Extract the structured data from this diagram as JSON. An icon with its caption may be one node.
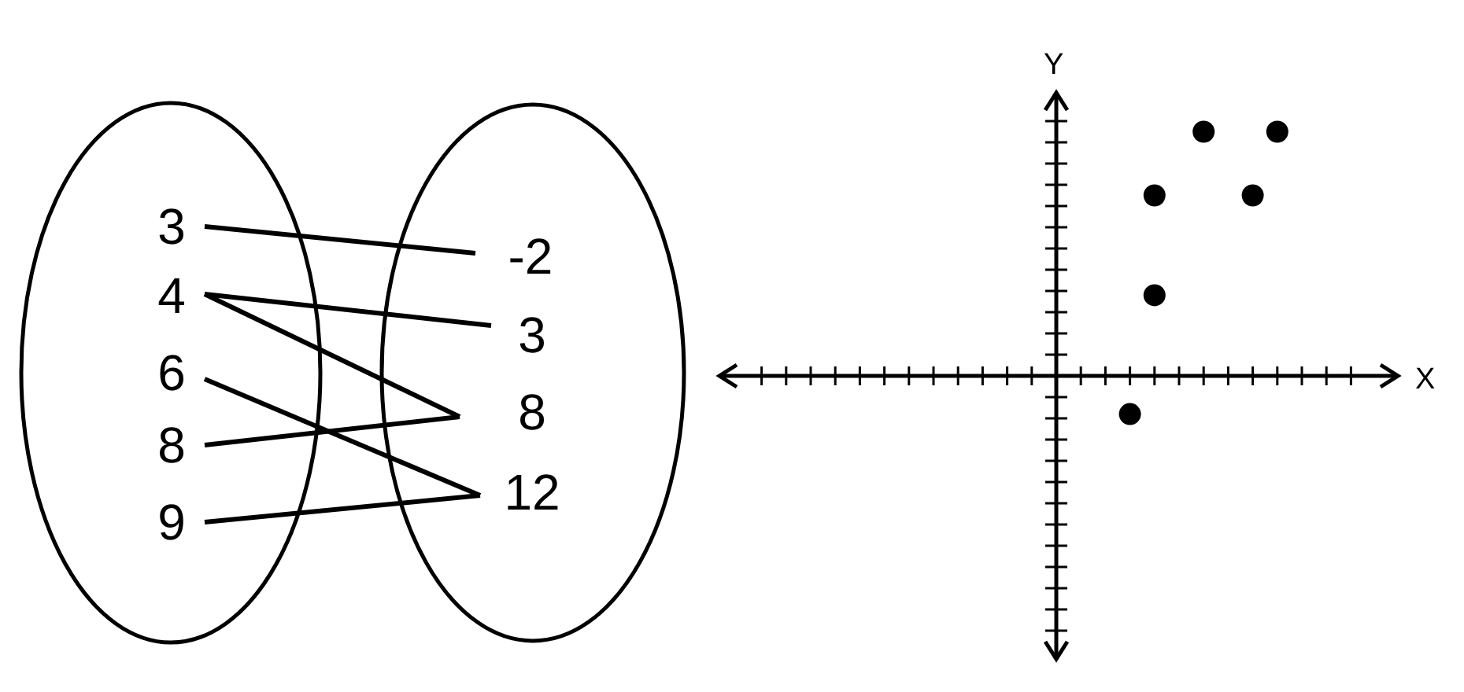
{
  "diagram": {
    "nodes": [
      {
        "text": [],
        "shape": "ellipse"
      },
      {
        "text": [],
        "shape": "ellipse"
      },
      {
        "text": [
          "3"
        ],
        "in": 0
      },
      {
        "text": [
          "4"
        ],
        "in": 0
      },
      {
        "text": [
          "6"
        ],
        "in": 0
      },
      {
        "text": [
          "8"
        ],
        "in": 0
      },
      {
        "text": [
          "9"
        ],
        "in": 0
      },
      {
        "text": [
          "-2"
        ],
        "in": 1
      },
      {
        "text": [
          "3"
        ],
        "in": 1
      },
      {
        "text": [
          "8"
        ],
        "in": 1
      },
      {
        "text": [
          "12"
        ],
        "in": 1
      }
    ],
    "edges": [
      {
        "from": 2,
        "to": 7,
        "arrow": "none"
      },
      {
        "from": 3,
        "to": 8,
        "arrow": "none"
      },
      {
        "from": 3,
        "to": 9,
        "arrow": "none"
      },
      {
        "from": 4,
        "to": 10,
        "arrow": "none"
      },
      {
        "from": 5,
        "to": 9,
        "arrow": "none"
      },
      {
        "from": 6,
        "to": 10,
        "arrow": "none"
      }
    ],
    "labels": [
      "Y",
      "X"
    ]
  }
}
